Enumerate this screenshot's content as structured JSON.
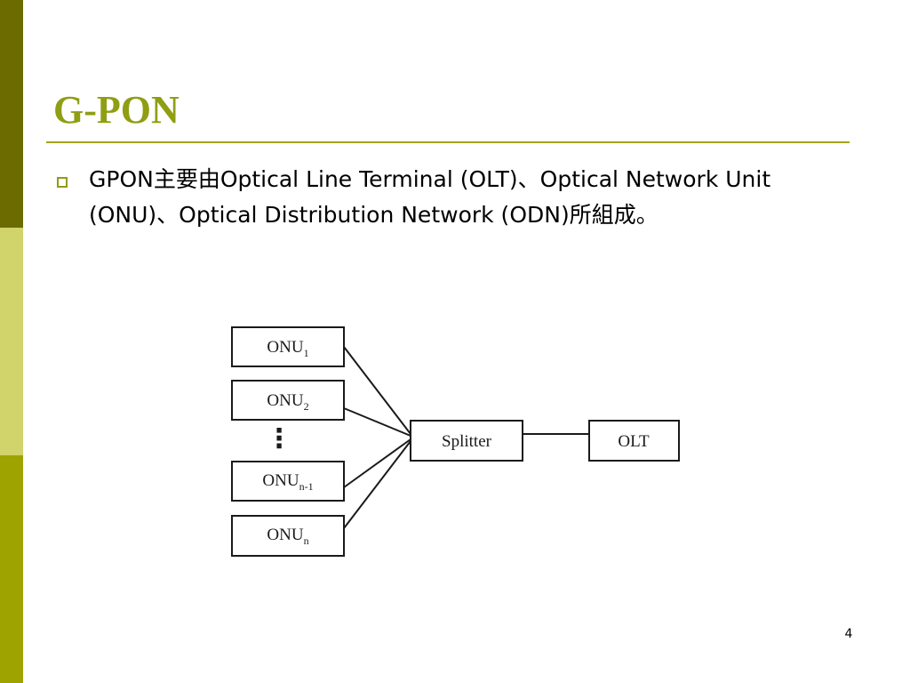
{
  "colors": {
    "accent": "#8f9e12",
    "sidebar_top": "#6b6b00",
    "sidebar_mid": "#d0d46a",
    "sidebar_bottom": "#9ea300",
    "rule": "#a3a31c",
    "diagram_stroke": "#1a1a1a"
  },
  "title": "G-PON",
  "bullet": {
    "icon": "hollow-square-bullet-icon",
    "text": "GPON主要由Optical Line Terminal (OLT)、Optical Network Unit (ONU)、Optical Distribution Network (ODN)所組成。"
  },
  "diagram": {
    "onus": [
      {
        "base": "ONU",
        "sub": "1"
      },
      {
        "base": "ONU",
        "sub": "2"
      },
      {
        "base": "ONU",
        "sub": "n-1"
      },
      {
        "base": "ONU",
        "sub": "n"
      }
    ],
    "ellipsis": "⋮",
    "splitter": "Splitter",
    "olt": "OLT"
  },
  "page_number": "4"
}
